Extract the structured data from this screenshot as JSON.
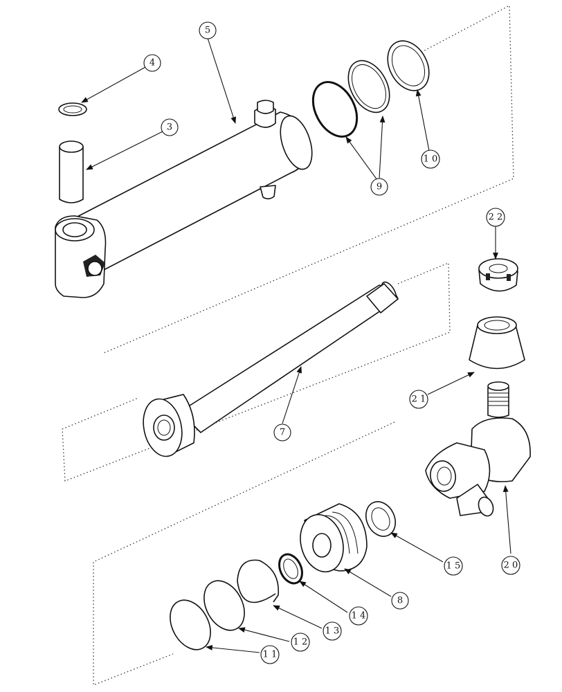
{
  "callouts": [
    {
      "key": "c3",
      "label": "3"
    },
    {
      "key": "c4",
      "label": "4"
    },
    {
      "key": "c5",
      "label": "5"
    },
    {
      "key": "c7",
      "label": "7"
    },
    {
      "key": "c8",
      "label": "8"
    },
    {
      "key": "c9",
      "label": "9"
    },
    {
      "key": "c10",
      "label": "1 0"
    },
    {
      "key": "c11",
      "label": "1 1"
    },
    {
      "key": "c12",
      "label": "1 2"
    },
    {
      "key": "c13",
      "label": "1 3"
    },
    {
      "key": "c14",
      "label": "1 4"
    },
    {
      "key": "c15",
      "label": "1 5"
    },
    {
      "key": "c20",
      "label": "2 0"
    },
    {
      "key": "c21",
      "label": "2 1"
    },
    {
      "key": "c22",
      "label": "2 2"
    }
  ],
  "colors": {
    "ink": "#111111",
    "paper": "#ffffff"
  }
}
